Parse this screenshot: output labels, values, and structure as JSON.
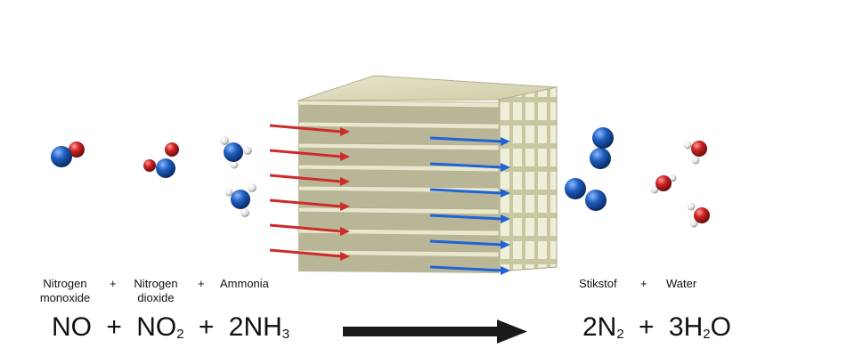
{
  "labels": {
    "nitrogen_monoxide": [
      "Nitrogen",
      "monoxide"
    ],
    "nitrogen_dioxide": [
      "Nitrogen",
      "dioxide"
    ],
    "ammonia": "Ammonia",
    "stikstof": "Stikstof",
    "water": "Water",
    "plus": "+"
  },
  "equation": {
    "left": {
      "no": "NO",
      "no2_base": "NO",
      "no2_sub": "2",
      "nh3_prefix": "2NH",
      "nh3_sub": "3"
    },
    "right": {
      "n2_prefix": "2N",
      "n2_sub": "2",
      "h2o_prefix": "3H",
      "h2o_sub": "2",
      "h2o_suffix": "O"
    }
  },
  "colors": {
    "nitrogen_atom": "#1f5fbf",
    "oxygen_atom": "#cc2222",
    "hydrogen_atom": "#f2f2f2",
    "inlet_arrow": "#cc2b2b",
    "outlet_arrow": "#1f63d6",
    "catalyst": "#dedcbf",
    "reaction_arrow": "#1a1a1a"
  }
}
